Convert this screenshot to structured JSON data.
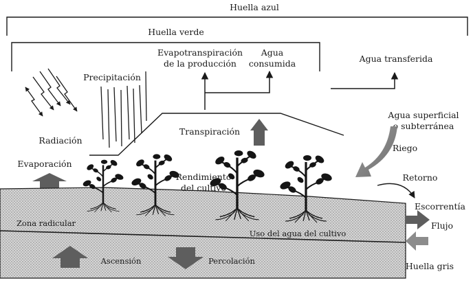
{
  "brackets": {
    "blue": "Huella azul",
    "green": "Huella verde"
  },
  "labels": {
    "evapotranspiration_line1": "Evapotranspiración",
    "evapotranspiration_line2": "de la producción",
    "consumed_line1": "Agua",
    "consumed_line2": "consumida",
    "transferred": "Agua transferida",
    "precipitation": "Precipitación",
    "radiation": "Radiación",
    "evaporation": "Evaporación",
    "transpiration": "Transpiración",
    "surface_water_line1": "Agua superficial",
    "surface_water_line2": "o subterránea",
    "irrigation": "Riego",
    "return": "Retorno",
    "yield_line1": "Rendimiento",
    "yield_line2": "del cultivo",
    "runoff": "Escorrentía",
    "flow": "Flujo",
    "root_zone": "Zona radicular",
    "crop_water_use": "Uso del agua del cultivo",
    "rise": "Ascensión",
    "percolation": "Percolación",
    "grey_footprint": "Huella gris"
  },
  "colors": {
    "line": "#1a1a1a",
    "soil_fill": "#d2d2d2",
    "soil_dot": "#7a7a7a",
    "arrow_dark": "#5e5e5e",
    "arrow_mid": "#8c8c8c",
    "plant": "#151515"
  },
  "icons": {
    "plant": "plant-icon",
    "rain": "rain-lines",
    "radiation": "zigzag-radiation-arrows"
  }
}
